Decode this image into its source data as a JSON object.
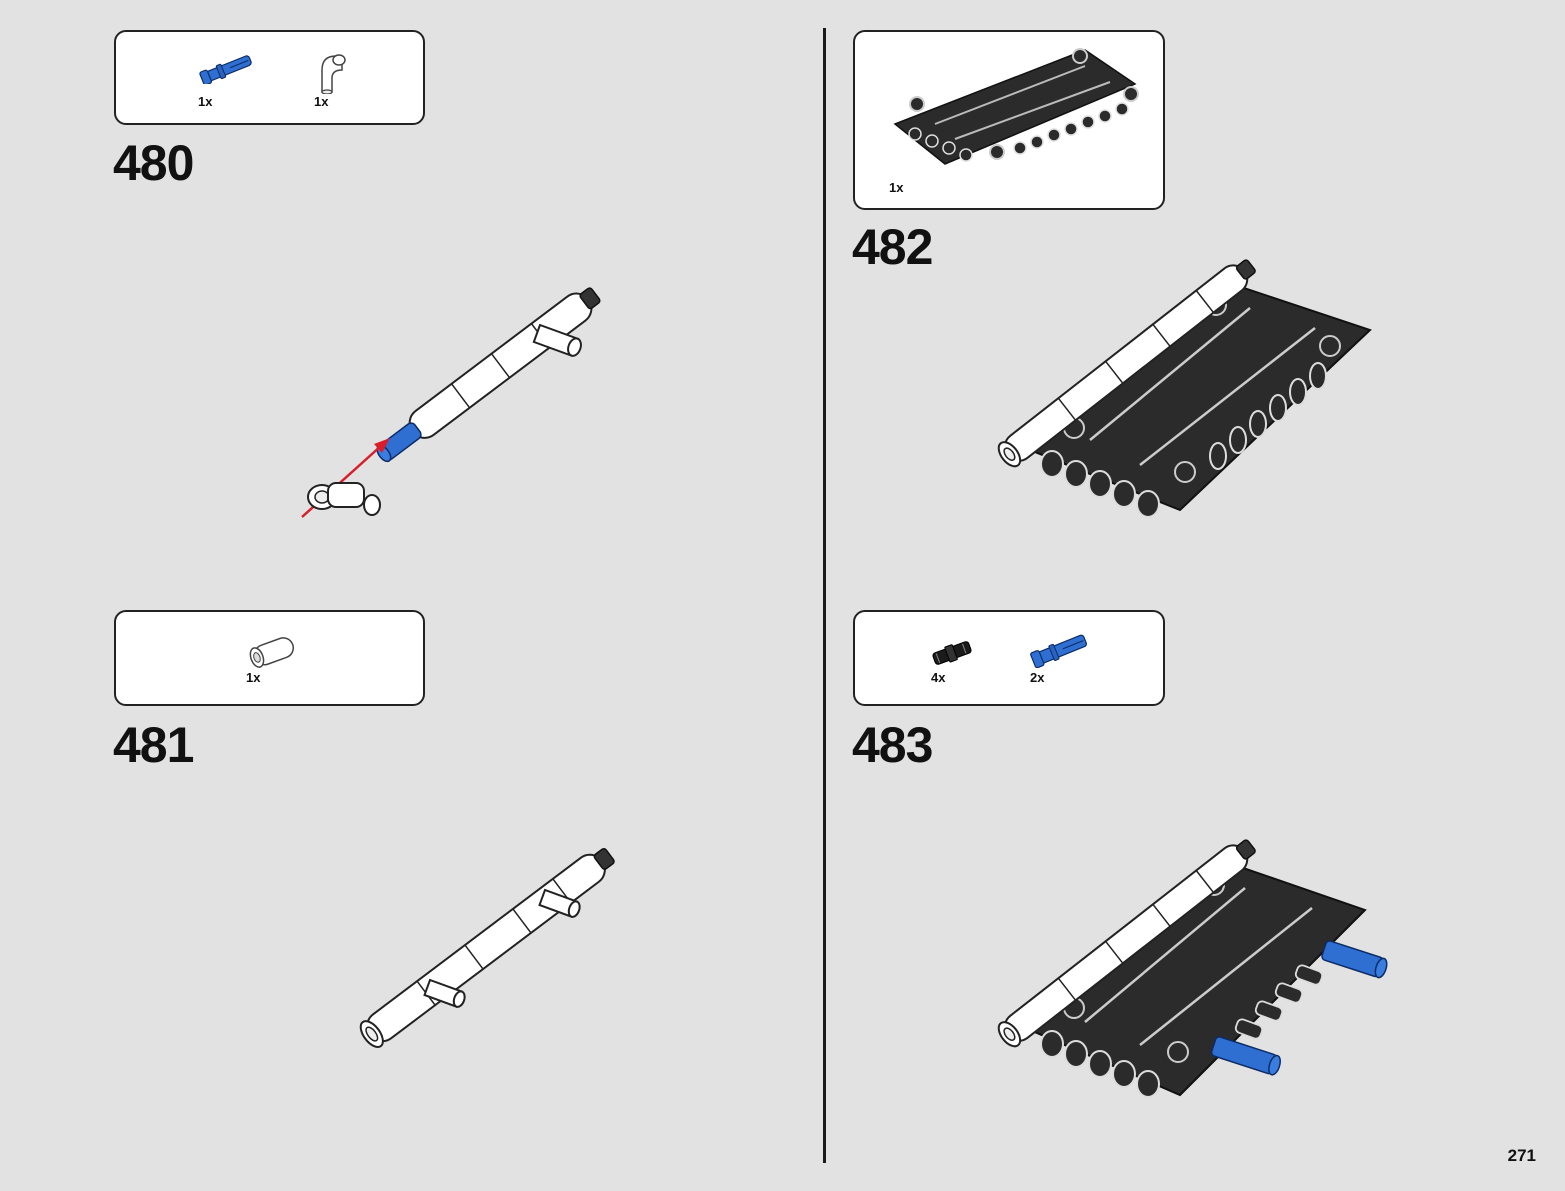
{
  "page": {
    "number": "271"
  },
  "steps": [
    {
      "number": "480",
      "parts": [
        {
          "name": "blue-axle-pin",
          "qty": "1x",
          "color": "#2e6fd1"
        },
        {
          "name": "white-angle-connector",
          "qty": "1x",
          "color": "#ffffff"
        }
      ]
    },
    {
      "number": "481",
      "parts": [
        {
          "name": "white-tube-connector",
          "qty": "1x",
          "color": "#ffffff"
        }
      ]
    },
    {
      "number": "482",
      "parts": [
        {
          "name": "black-panel-frame",
          "qty": "1x",
          "color": "#2b2b2b"
        }
      ]
    },
    {
      "number": "483",
      "parts": [
        {
          "name": "black-friction-pin",
          "qty": "4x",
          "color": "#1b1b1b"
        },
        {
          "name": "blue-axle-pin",
          "qty": "2x",
          "color": "#2e6fd1"
        }
      ]
    }
  ],
  "colors": {
    "background": "#e2e2e2",
    "arrow": "#d81e2a",
    "blue": "#2e6fd1",
    "black": "#2b2b2b"
  }
}
